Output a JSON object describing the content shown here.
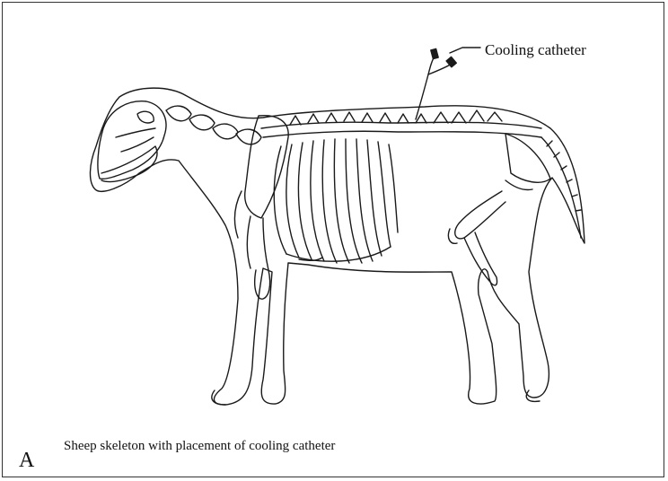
{
  "figure": {
    "panel_letter": "A",
    "caption": "Sheep skeleton with placement of cooling catheter",
    "callout_label": "Cooling catheter"
  },
  "colors": {
    "line": "#1a1a1a",
    "frame": "#333333",
    "background": "#ffffff"
  }
}
